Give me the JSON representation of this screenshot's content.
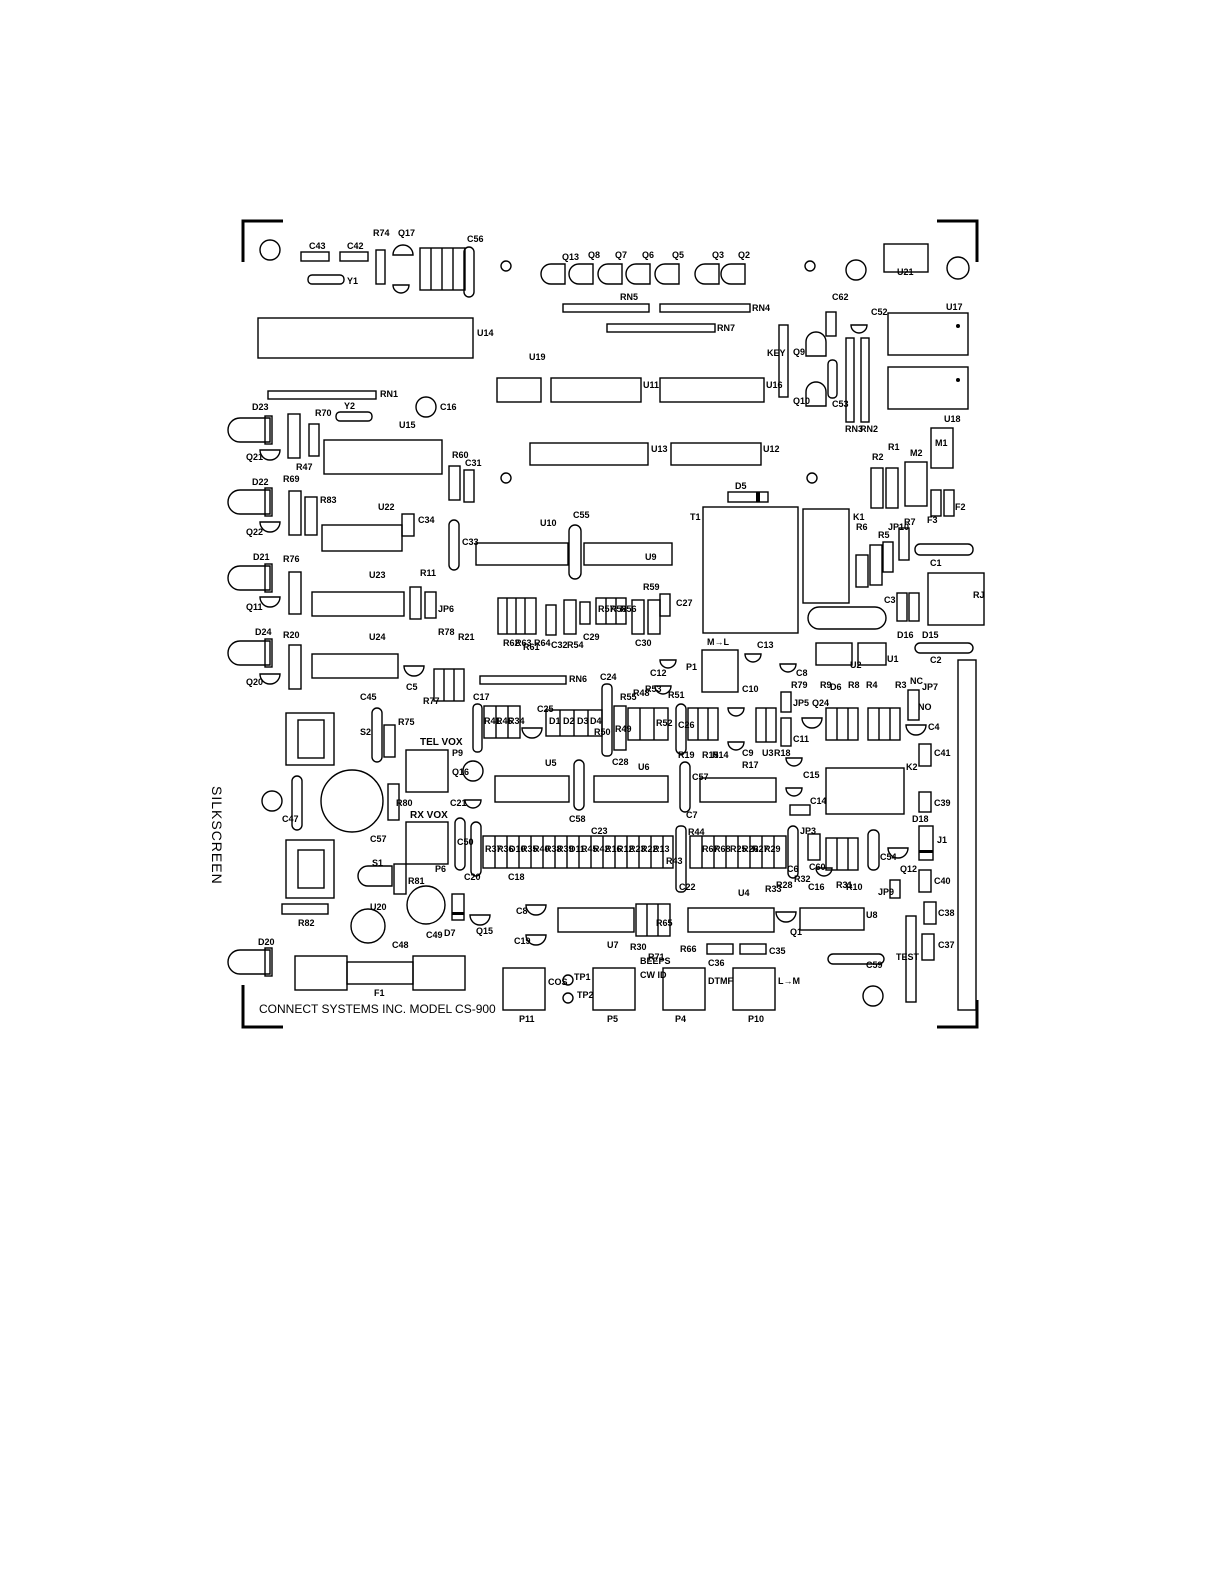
{
  "board": {
    "title": "CONNECT SYSTEMS INC.  MODEL CS-900",
    "side_label": "SILKSCREEN"
  },
  "labels": {
    "C43": "C43",
    "C42": "C42",
    "R74": "R74",
    "Q17": "Q17",
    "C56": "C56",
    "Y1": "Y1",
    "C4x": "C4",
    "Q13": "Q13",
    "Q8": "Q8",
    "Q7": "Q7",
    "Q6": "Q6",
    "Q5": "Q5",
    "Q3": "Q3",
    "Q2": "Q2",
    "RN5": "RN5",
    "RN4": "RN4",
    "RN7": "RN7",
    "RN1": "RN1",
    "RN6": "RN6",
    "RN2": "RN2",
    "RN3": "RN3",
    "U14": "U14",
    "U19": "U19",
    "U11": "U11",
    "U16": "U16",
    "U15": "U15",
    "U13": "U13",
    "U12": "U12",
    "U21": "U21",
    "U17": "U17",
    "U18": "U18",
    "KEY": "KEY",
    "C62": "C62",
    "C52": "C52",
    "C53": "C53",
    "Q9": "Q9",
    "Q10": "Q10",
    "M1": "M1",
    "M2": "M2",
    "R1": "R1",
    "R2": "R2",
    "D23": "D23",
    "R70": "R70",
    "Y2": "Y2",
    "C16": "C16",
    "Q21": "Q21",
    "R47": "R47",
    "R60": "R60",
    "C31": "C31",
    "D22": "D22",
    "R69": "R69",
    "R83": "R83",
    "U22": "U22",
    "C34": "C34",
    "Q22": "Q22",
    "C33": "C33",
    "U10": "U10",
    "C55": "C55",
    "U9": "U9",
    "D5": "D5",
    "T1": "T1",
    "K1": "K1",
    "F3": "F3",
    "F2": "F2",
    "R5": "R5",
    "R6": "R6",
    "JP10": "JP10",
    "R7": "R7",
    "C1": "C1",
    "RJ": "RJ",
    "C3": "C3",
    "D16": "D16",
    "D15": "D15",
    "C2": "C2",
    "D21": "D21",
    "R76": "R76",
    "U23": "U23",
    "R11": "R11",
    "JP6": "JP6",
    "Q11": "Q11",
    "R59": "R59",
    "C27": "C27",
    "D24": "D24",
    "R20": "R20",
    "U24": "U24",
    "R78": "R78",
    "R21": "R21",
    "C5": "C5",
    "R77": "R77",
    "Q20": "Q20",
    "R62": "R62",
    "R63": "R63",
    "R61": "R61",
    "R64": "R64",
    "C32": "C32",
    "R54": "R54",
    "C29": "C29",
    "C30": "C30",
    "R56": "R56",
    "R58": "R58",
    "R57": "R57",
    "C12": "C12",
    "P1": "P1",
    "M_L": "M→L",
    "C13": "C13",
    "C8": "C8",
    "U2": "U2",
    "U1": "U1",
    "R79": "R79",
    "R9": "R9",
    "R8": "R8",
    "R4": "R4",
    "R3": "R3",
    "D6": "D6",
    "JP7": "JP7",
    "NC": "NC",
    "NO": "NO",
    "C45": "C45",
    "S2": "S2",
    "R75": "R75",
    "C17": "C17",
    "R41": "R41",
    "R46": "R46",
    "R34": "R34",
    "C25": "C25",
    "D1": "D1",
    "D2": "D2",
    "D3": "D3",
    "D4": "D4",
    "R50": "R50",
    "R49": "R49",
    "C24": "C24",
    "R53": "R53",
    "R48": "R48",
    "R55": "R55",
    "R51": "R51",
    "R52": "R52",
    "C26": "C26",
    "C10": "C10",
    "JP5": "JP5",
    "Q24": "Q24",
    "C11": "C11",
    "C4": "C4",
    "TEL_VOX": "TEL VOX",
    "P9": "P9",
    "Q16": "Q16",
    "C28": "C28",
    "U5": "U5",
    "U6": "U6",
    "R19": "R19",
    "R14": "R14",
    "R15": "R15",
    "C9": "C9",
    "R17": "R17",
    "U3": "U3",
    "R18": "R18",
    "C15": "C15",
    "K2": "K2",
    "C41": "C41",
    "C47": "C47",
    "C57": "C57",
    "R80": "R80",
    "RX_VOX": "RX VOX",
    "C21": "C21",
    "C58": "C58",
    "C57b": "C57",
    "C7": "C7",
    "C14": "C14",
    "C39": "C39",
    "C50": "C50",
    "C23": "C23",
    "R37": "R37",
    "R36": "R36",
    "D10": "D10",
    "R35": "R35",
    "R40": "R40",
    "R38": "R38",
    "R39": "R39",
    "D11": "D11",
    "R45": "R45",
    "R42": "R42",
    "R16": "R16",
    "R12": "R12",
    "R23": "R23",
    "R22": "R22",
    "R13": "R13",
    "R43": "R43",
    "R44": "R44",
    "R67": "R67",
    "R68": "R68",
    "R25": "R25",
    "R26": "R26",
    "R27": "R27",
    "R29": "R29",
    "JP3": "JP3",
    "C60": "C60",
    "C54": "C54",
    "D18": "D18",
    "J1": "J1",
    "S1": "S1",
    "P6": "P6",
    "R81": "R81",
    "U20": "U20",
    "C20": "C20",
    "C18": "C18",
    "C22": "C22",
    "U4": "U4",
    "R28": "R28",
    "R33": "R33",
    "R32": "R32",
    "C6": "C6",
    "C16b": "C16",
    "R31": "R31",
    "R10": "R10",
    "Q12": "Q12",
    "JP9": "JP9",
    "C40": "C40",
    "R82": "R82",
    "C49": "C49",
    "D7": "D7",
    "Q15": "Q15",
    "C8b": "C8",
    "R65": "R65",
    "U8": "U8",
    "Q1": "Q1",
    "C38": "C38",
    "C37": "C37",
    "D20": "D20",
    "C48": "C48",
    "C19": "C19",
    "U7": "U7",
    "R30": "R30",
    "R71": "R71",
    "R66": "R66",
    "C36": "C36",
    "C35": "C35",
    "C59": "C59",
    "TEST": "TEST",
    "F1": "F1",
    "TP1": "TP1",
    "TP2": "TP2",
    "COS": "COS",
    "BEEPS": "BEEPS",
    "CW_ID": "CW ID",
    "DTMF": "DTMF",
    "L_M": "L→M",
    "P11": "P11",
    "P5": "P5",
    "P4": "P4",
    "P10": "P10"
  }
}
